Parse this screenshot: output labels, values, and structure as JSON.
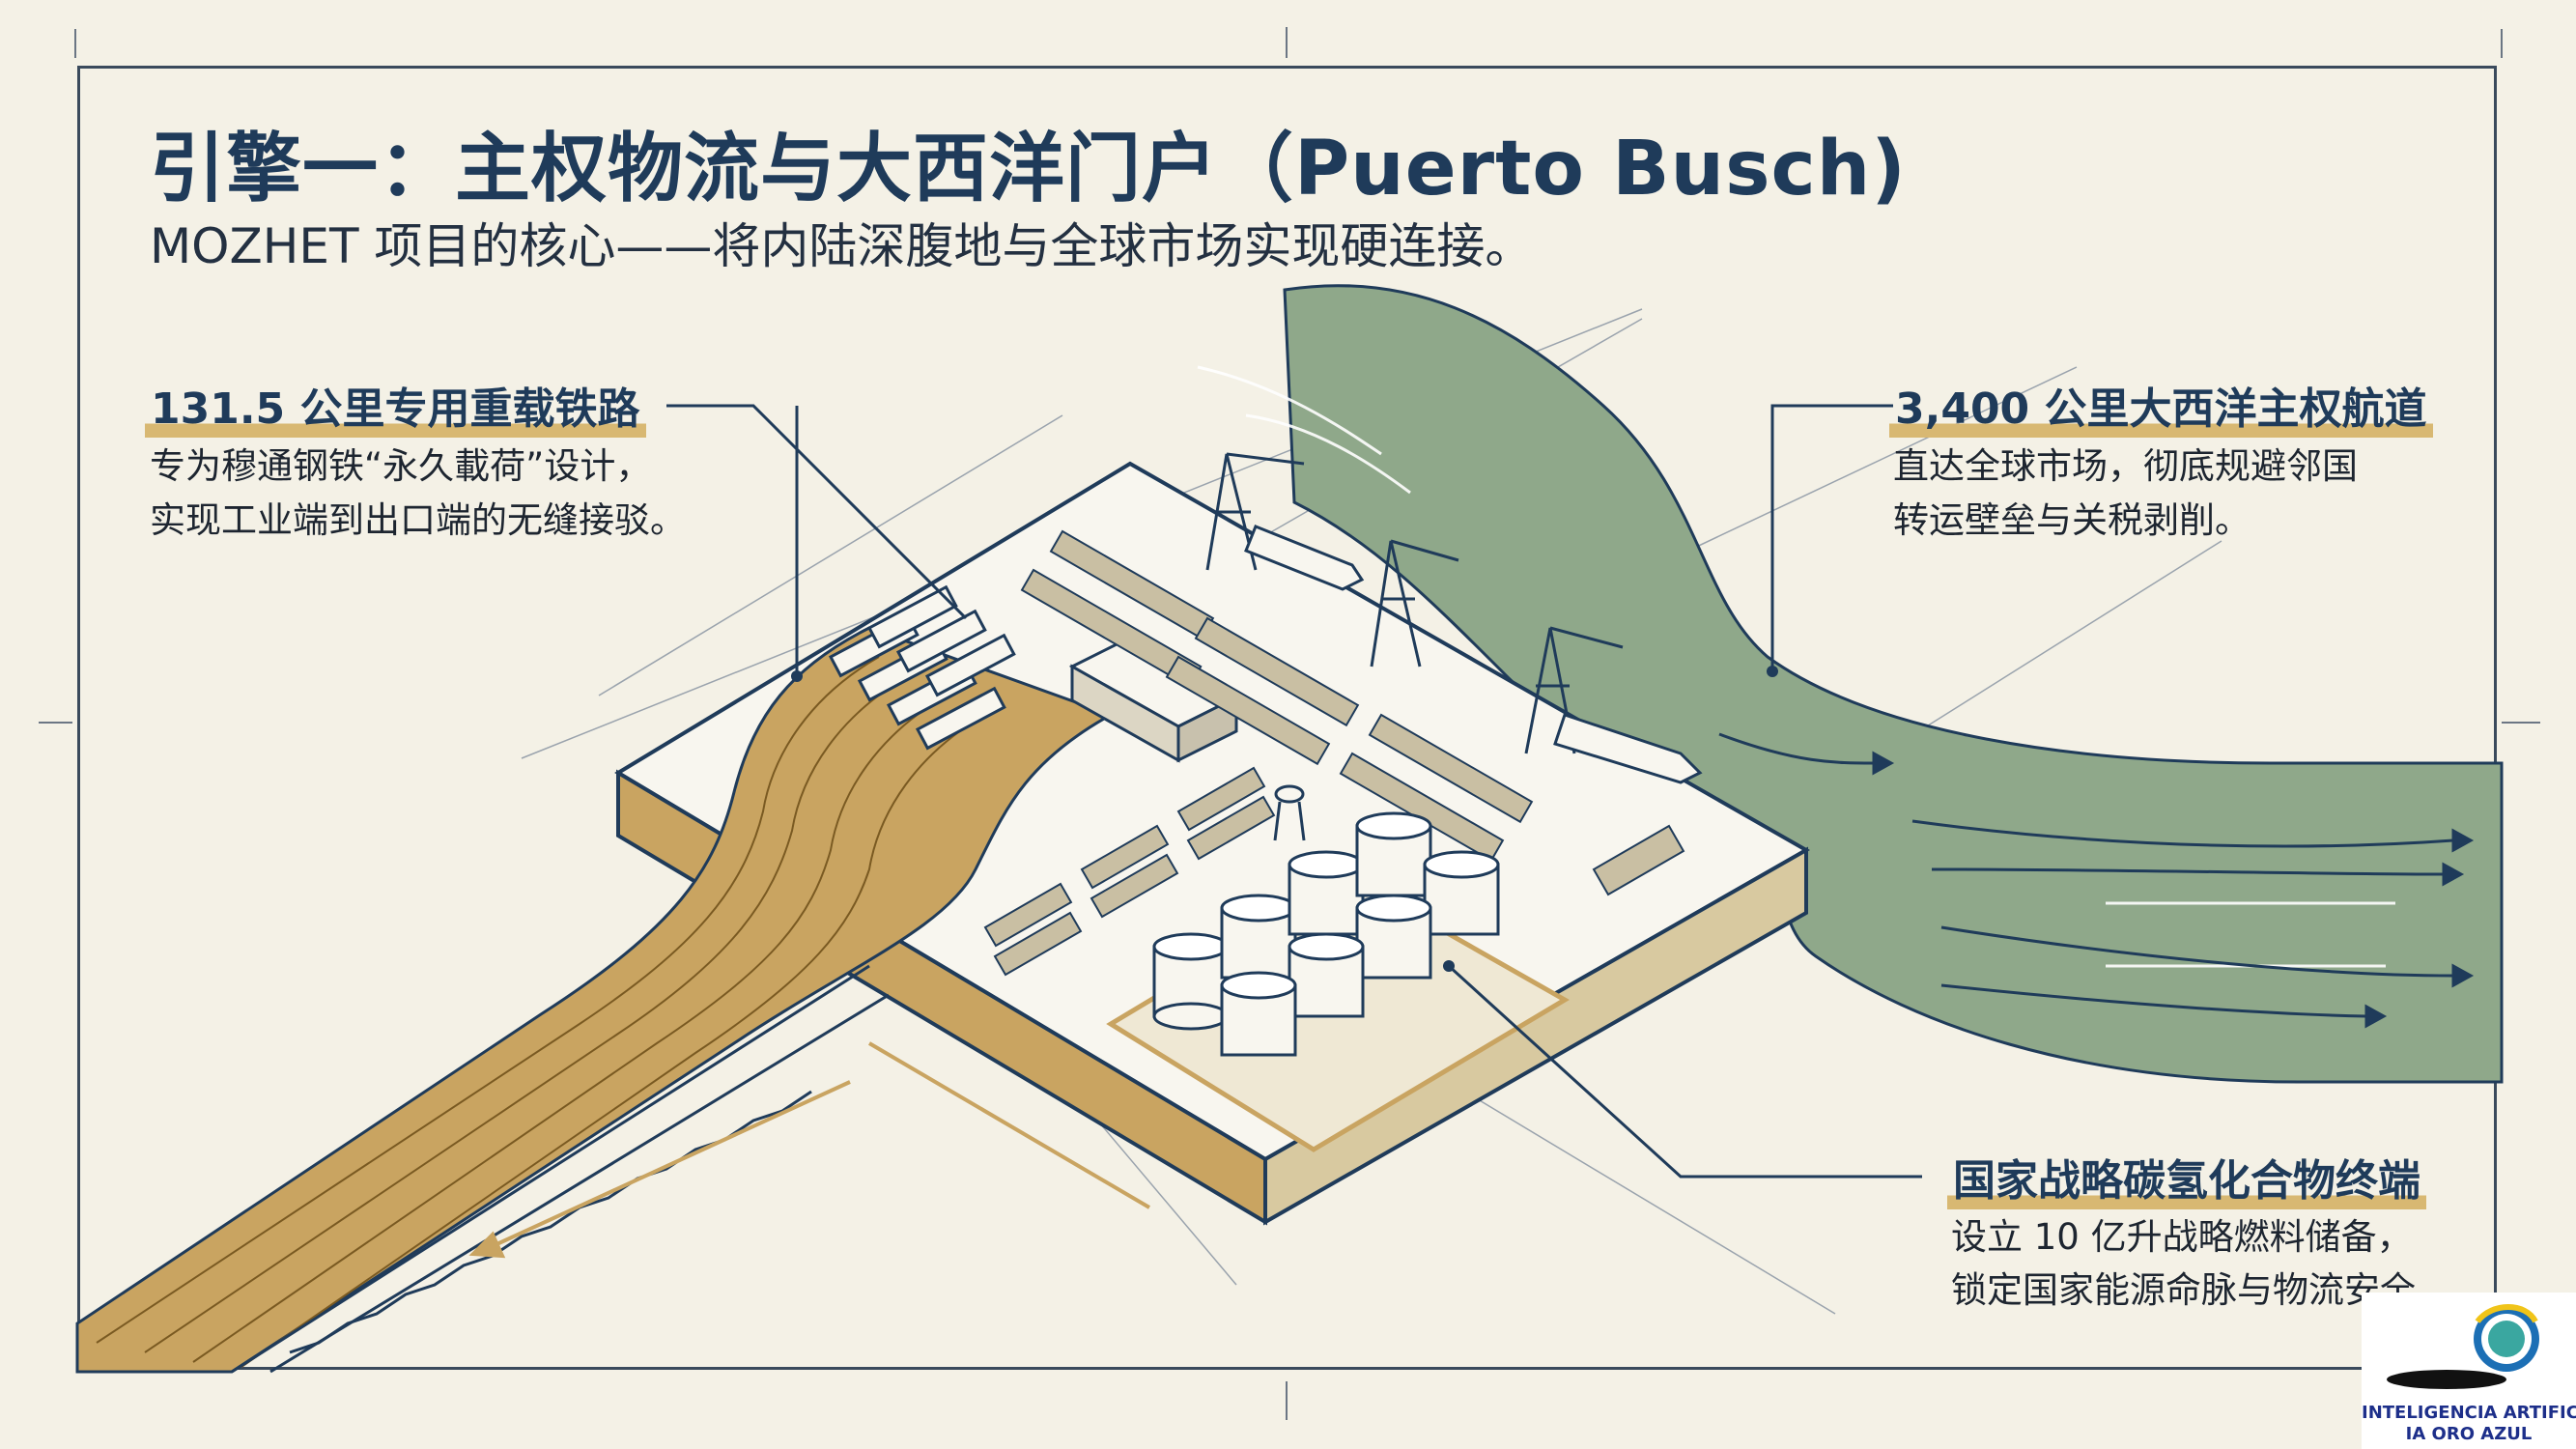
{
  "header": {
    "title": "引擎一：主权物流与大西洋门户（Puerto Busch)",
    "subtitle": "MOZHET 项目的核心——将内陆深腹地与全球市场实现硬连接。"
  },
  "callouts": {
    "railway": {
      "heading": "131.5 公里专用重载铁路",
      "line1": "专为穆通钢铁“永久載荷”设计，",
      "line2": "实现工业端到出口端的无缝接驳。"
    },
    "shipping": {
      "heading": "3,400 公里大西洋主权航道",
      "line1": "直达全球市场，彻底规避邻国",
      "line2": "转运壁垒与关税剥削。"
    },
    "hydrocarbon": {
      "heading": "国家战略碳氢化合物终端",
      "line1": "设立 10 亿升战略燃料储备，",
      "line2": "锁定国家能源命脉与物流安全。"
    }
  },
  "logo": {
    "line1": "INTELIGENCIA ARTIFICIAL",
    "line2": "IA ORO AZUL"
  },
  "colors": {
    "background": "#f4f1e6",
    "navy": "#1f3b5a",
    "rail_gold": "#c9a461",
    "river_green": "#8fa88a",
    "highlight": "#d8b872"
  }
}
